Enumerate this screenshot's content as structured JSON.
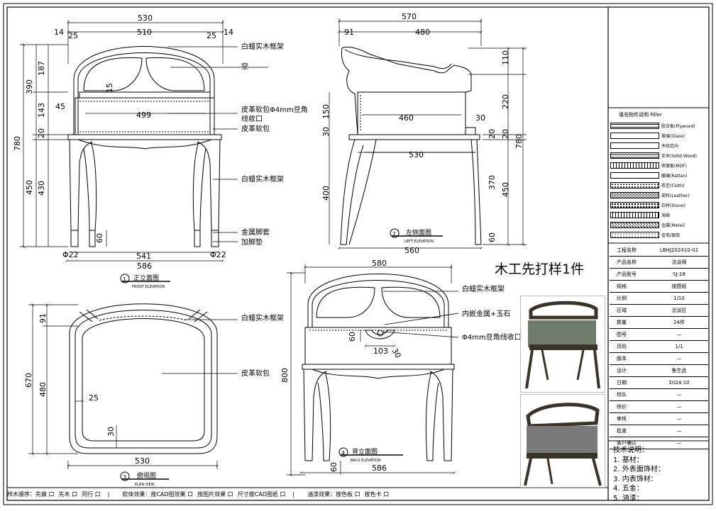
{
  "sample_note": "木工先打样1件",
  "views": {
    "front": {
      "title": "正立面图",
      "subtitle": "FRONT ELEVATION",
      "number": "1"
    },
    "side": {
      "title": "左侧面图",
      "subtitle": "LEFT ELEVATION",
      "number": "2"
    },
    "plan": {
      "title": "俯视图",
      "subtitle": "PLAN VIEW",
      "number": "3"
    },
    "back": {
      "title": "背立面图",
      "subtitle": "BACK ELEVATION",
      "number": "4"
    }
  },
  "annotations": {
    "frame_top": "白蜡实木框架",
    "empty": "空",
    "leather_piping": "皮革软包Φ4mm豆角",
    "piping_edge": "线收口",
    "leather_soft": "皮革软包",
    "frame_leg": "白蜡实木框架",
    "metal_cap": "金属脚套",
    "foot_pad": "加脚垫",
    "plan_frame": "白蜡实木框架",
    "plan_soft": "皮革软包",
    "back_frame": "白蜡实木框架",
    "back_inlay": "内嵌金属+玉石",
    "back_piping": "Φ4mm豆角线收口"
  },
  "dims": {
    "front": [
      "530",
      "14",
      "25",
      "510",
      "25",
      "14",
      "187",
      "390",
      "15",
      "143",
      "45",
      "499",
      "20",
      "780",
      "450",
      "430",
      "60",
      "Φ22",
      "541",
      "Φ22",
      "586"
    ],
    "side": [
      "570",
      "91",
      "480",
      "110",
      "220",
      "780",
      "150",
      "30",
      "460",
      "30",
      "20",
      "20",
      "530",
      "400",
      "370",
      "450",
      "60",
      "560"
    ],
    "plan": [
      "91",
      "670",
      "480",
      "25",
      "30",
      "530"
    ],
    "back": [
      "580",
      "800",
      "60",
      "103",
      "30",
      "60",
      "586"
    ]
  },
  "legend": {
    "heading": "填充物件说明 Filler",
    "items": [
      {
        "label": "胶合板(Plywood)",
        "pattern": "ply"
      },
      {
        "label": "玻璃(Glass)",
        "pattern": "glass"
      },
      {
        "label": "木纹走向",
        "pattern": "grain"
      },
      {
        "label": "实木(Solid Wood)",
        "pattern": "solid"
      },
      {
        "label": "密度板(MDF)",
        "pattern": "mdf"
      },
      {
        "label": "藤编(Rattan)",
        "pattern": "rattan"
      },
      {
        "label": "布艺(Cloth)",
        "pattern": "cloth"
      },
      {
        "label": "皮料(Leather)",
        "pattern": "leather"
      },
      {
        "label": "石材(Stone)",
        "pattern": "stone"
      },
      {
        "label": "海绵",
        "pattern": "sponge"
      },
      {
        "label": "金属(Metal)",
        "pattern": "metal"
      },
      {
        "label": "金箔/银箔",
        "pattern": "foil"
      }
    ]
  },
  "info": [
    {
      "k": "工程名称",
      "v": "LBHJ202410-02"
    },
    {
      "k": "产品名称",
      "v": "洽谈椅"
    },
    {
      "k": "产品型号",
      "v": "SJ-18"
    },
    {
      "k": "规格",
      "v": "按图纸"
    },
    {
      "k": "比例",
      "v": "1/10"
    },
    {
      "k": "区域",
      "v": "洽谈区"
    },
    {
      "k": "数量",
      "v": "24件"
    },
    {
      "k": "图号",
      "v": "—"
    },
    {
      "k": "页码",
      "v": "1/1"
    },
    {
      "k": "版本",
      "v": "—"
    },
    {
      "k": "设计",
      "v": "鲁生武"
    },
    {
      "k": "日期",
      "v": "2024-10"
    },
    {
      "k": "校队",
      "v": "—"
    },
    {
      "k": "核价",
      "v": "—"
    },
    {
      "k": "审核",
      "v": "—"
    },
    {
      "k": "批准",
      "v": "—"
    },
    {
      "k": "客户确认",
      "v": "—"
    }
  ],
  "tech": {
    "heading": "技术说明：",
    "lines": [
      "1. 基材：",
      "2. 外表面饰材：",
      "3. 内表饰材：",
      "4. 五金：",
      "5. 油漆："
    ]
  },
  "bottom_bar": [
    "样木顺序：先做 口",
    "先木 口",
    "同行 口",
    "软体效果：按CAD图效果 口",
    "按图片效果 口",
    "尺寸按CAD图纸 口",
    "油漆效果：按色板 口",
    "按色卡 口"
  ],
  "colors": {
    "line": "#000000",
    "fabric": "#6f6f6f",
    "wood": "#3b3327"
  }
}
